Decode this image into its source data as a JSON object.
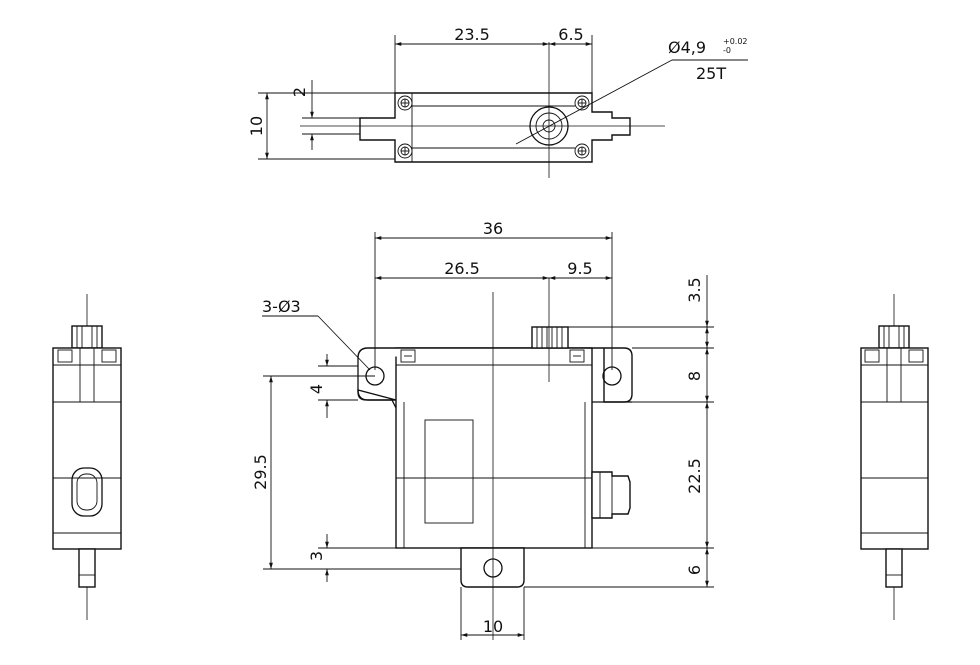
{
  "top_view": {
    "dim_23_5": "23.5",
    "dim_6_5": "6.5",
    "dim_2": "2",
    "dim_10": "10",
    "shaft_callout": {
      "diameter_prefix": "Ø4,9",
      "tol_upper": "+0.02",
      "tol_lower": "-0",
      "teeth": "25T"
    }
  },
  "front_view": {
    "dim_36": "36",
    "dim_26_5": "26.5",
    "dim_9_5": "9.5",
    "holes_callout": "3-Ø3",
    "dim_4": "4",
    "dim_29_5": "29.5",
    "dim_3": "3",
    "dim_10_bottom": "10",
    "dim_3_5": "3.5",
    "dim_8": "8",
    "dim_22_5": "22.5",
    "dim_6": "6"
  }
}
